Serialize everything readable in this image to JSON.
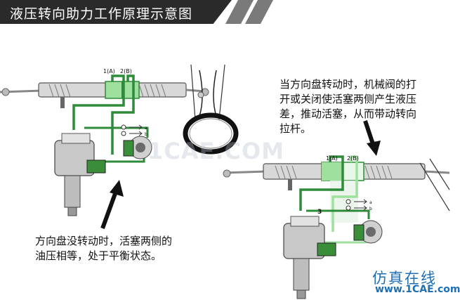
{
  "header": {
    "title": "液压转向助力工作原理示意图"
  },
  "left_diagram": {
    "label_1a": "1(A)",
    "label_2b": "2(B)",
    "label_a": "a",
    "label_b": "b",
    "caption_lines": [
      "方向盘没转动时，活塞两侧的",
      "油压相等，处于平衡状态。"
    ]
  },
  "right_diagram": {
    "label_1a": "1(A)",
    "label_2b": "2(B)",
    "label_3": "3",
    "label_a": "a",
    "label_b": "b",
    "caption_lines": [
      "当方向盘转动时，机械阀的打",
      "开或关闭使活塞两侧产生液压",
      "差，推动活塞，从而带动转向",
      "拉杆。"
    ]
  },
  "watermarks": {
    "center": "1CAE.COM",
    "brand_cn": "仿真在线",
    "brand_url": "www.1CAE.com"
  },
  "colors": {
    "header_bg": "#2a2a2a",
    "oil_green": "#2e8b3a",
    "oil_light": "#7fd17f",
    "brand_blue": "#1f6fb5"
  }
}
